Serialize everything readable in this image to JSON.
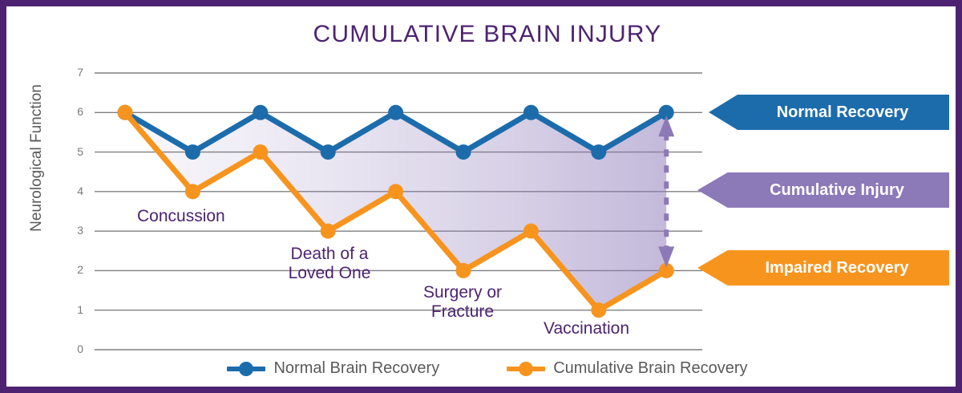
{
  "title": "CUMULATIVE BRAIN INJURY",
  "colors": {
    "border": "#4D2371",
    "title": "#4D2371",
    "normal": "#1C6CAC",
    "cumulative": "#F7941E",
    "injury": "#8C79B8",
    "gridline": "#7F7F7F",
    "axis_text": "#7A7A7A",
    "annotation": "#4D2371"
  },
  "axis": {
    "y_title": "Neurological Function",
    "y_ticks": [
      "7",
      "6",
      "5",
      "4",
      "3",
      "2",
      "1",
      "0"
    ]
  },
  "annotations": [
    {
      "text": "Concussion"
    },
    {
      "text": "Death of a\nLoved One"
    },
    {
      "text": "Surgery or\nFracture"
    },
    {
      "text": "Vaccination"
    }
  ],
  "callouts": [
    {
      "label": "Normal Recovery",
      "color": "#1C6CAC"
    },
    {
      "label": "Cumulative Injury",
      "color": "#8C79B8"
    },
    {
      "label": "Impaired Recovery",
      "color": "#F7941E"
    }
  ],
  "legend": [
    {
      "label": "Normal Brain Recovery",
      "color": "#1C6CAC"
    },
    {
      "label": "Cumulative Brain Recovery",
      "color": "#F7941E"
    }
  ],
  "chart_data": {
    "type": "line",
    "title": "CUMULATIVE BRAIN INJURY",
    "xlabel": "",
    "ylabel": "Neurological Function",
    "ylim": [
      0,
      7
    ],
    "yticks": [
      0,
      1,
      2,
      3,
      4,
      5,
      6,
      7
    ],
    "grid": true,
    "legend_position": "bottom",
    "x": [
      1,
      2,
      3,
      4,
      5,
      6,
      7,
      8,
      9
    ],
    "series": [
      {
        "name": "Normal Brain Recovery",
        "color": "#1C6CAC",
        "values": [
          6,
          5,
          6,
          5,
          6,
          5,
          6,
          5,
          6
        ]
      },
      {
        "name": "Cumulative Brain Recovery",
        "color": "#F7941E",
        "values": [
          6,
          4,
          5,
          3,
          4,
          2,
          3,
          1,
          2
        ]
      }
    ],
    "fill_between": {
      "label": "Cumulative Injury",
      "upper_series": "Normal Brain Recovery",
      "lower_series": "Cumulative Brain Recovery",
      "color": "#8C79B8"
    },
    "annotations": [
      {
        "text": "Concussion",
        "near_x": 2,
        "near_y": 4
      },
      {
        "text": "Death of a Loved One",
        "near_x": 4,
        "near_y": 3
      },
      {
        "text": "Surgery or Fracture",
        "near_x": 6,
        "near_y": 2
      },
      {
        "text": "Vaccination",
        "near_x": 8,
        "near_y": 1
      }
    ],
    "gap_marker": {
      "label": "Cumulative Injury",
      "at_x": 9,
      "from_y": 6,
      "to_y": 2,
      "color": "#8C79B8"
    }
  }
}
